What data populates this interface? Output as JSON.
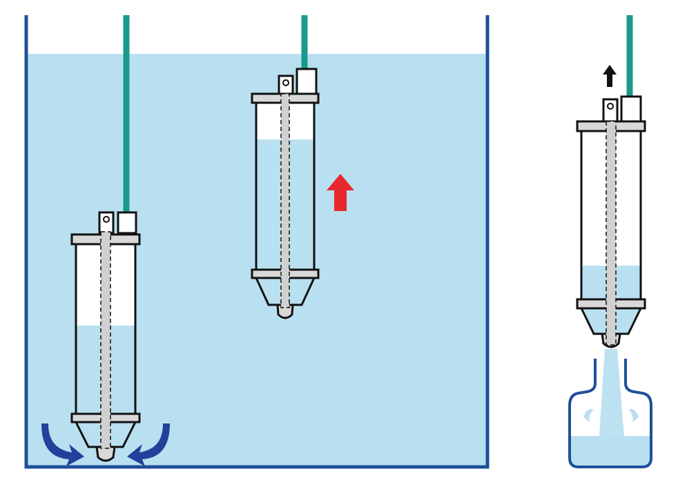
{
  "diagram": {
    "colors": {
      "background": "#ffffff",
      "water": "#b8e0f0",
      "tank_wall": "#1f4f9a",
      "cable": "#1a9a8a",
      "sampler_body": "#ffffff",
      "sampler_outline": "#111111",
      "sampler_band": "#d8d8d8",
      "flow_arrow": "#23419a",
      "lift_arrow": "#e8282d",
      "up_arrow": "#111111",
      "bottle_outline": "#1f4f9a"
    },
    "icons": {
      "inflow": "curved-arrow-icon",
      "raise": "up-arrow-icon",
      "pull": "up-arrow-icon"
    },
    "stages": {
      "filling": {
        "water_level": 0.52
      },
      "lifting": {
        "water_level": 0.78
      },
      "draining": {
        "water_level": 0.2
      }
    }
  }
}
